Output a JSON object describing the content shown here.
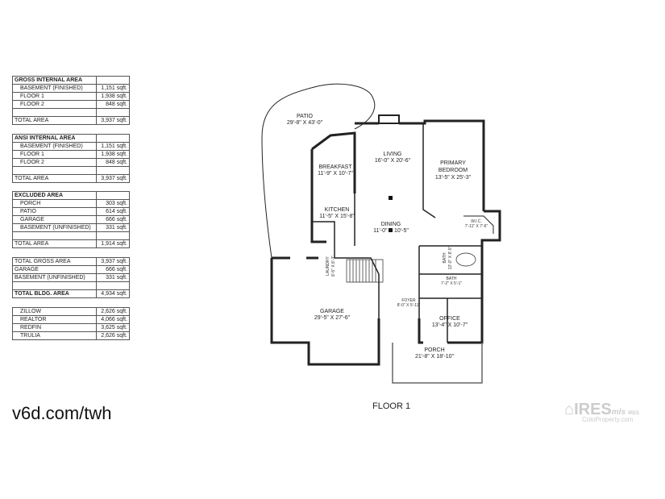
{
  "tables": [
    {
      "header": "GROSS INTERNAL AREA",
      "rows": [
        {
          "label": "BASEMENT (FINISHED)",
          "value": "1,151 sqft."
        },
        {
          "label": "FLOOR 1",
          "value": "1,938 sqft."
        },
        {
          "label": "FLOOR 2",
          "value": "848 sqft."
        }
      ],
      "total_label": "TOTAL AREA",
      "total_value": "3,937 sqft."
    },
    {
      "header": "ANSI INTERNAL AREA",
      "rows": [
        {
          "label": "BASEMENT (FINISHED)",
          "value": "1,151 sqft."
        },
        {
          "label": "FLOOR 1",
          "value": "1,938 sqft."
        },
        {
          "label": "FLOOR 2",
          "value": "848 sqft."
        }
      ],
      "total_label": "TOTAL AREA",
      "total_value": "3,937 sqft."
    },
    {
      "header": "EXCLUDED AREA",
      "rows": [
        {
          "label": "PORCH",
          "value": "303 sqft."
        },
        {
          "label": "PATIO",
          "value": "614 sqft."
        },
        {
          "label": "GARAGE",
          "value": "666 sqft."
        },
        {
          "label": "BASEMENT (UNFINISHED)",
          "value": "331 sqft."
        }
      ],
      "total_label": "TOTAL AREA",
      "total_value": "1,914 sqft."
    },
    {
      "rows": [
        {
          "label": "TOTAL GROSS AREA",
          "value": "3,937 sqft."
        },
        {
          "label": "GARAGE",
          "value": "666 sqft."
        },
        {
          "label": "BASEMENT (UNFINISHED)",
          "value": "331 sqft."
        }
      ],
      "total_label": "TOTAL BLDG. AREA",
      "total_value": "4,934 sqft."
    },
    {
      "rows": [
        {
          "label": "ZILLOW",
          "value": "2,626 sqft."
        },
        {
          "label": "REALTOR",
          "value": "4,066 sqft."
        },
        {
          "label": "REDFIN",
          "value": "3,625 sqft."
        },
        {
          "label": "TRULIA",
          "value": "2,626 sqft."
        }
      ]
    }
  ],
  "url": "v6d.com/twh",
  "floor_label": "FLOOR 1",
  "rooms": {
    "patio": {
      "name": "PATIO",
      "dim": "29'-8\" X 43'-0\""
    },
    "living": {
      "name": "LIVING",
      "dim": "16'-0\" X 20'-6\""
    },
    "primary": {
      "name": "PRIMARY",
      "name2": "BEDROOM",
      "dim": "13'-5\" X 25'-3\""
    },
    "breakfast": {
      "name": "BREAKFAST",
      "dim": "11'-9\" X 10'-7\""
    },
    "kitchen": {
      "name": "KITCHEN",
      "dim": "11'-5\" X 15'-8\""
    },
    "dining": {
      "name": "DINING",
      "dim": "11'-0\" X 10'-5\""
    },
    "wic": {
      "name": "W.I.C.",
      "dim": "7'-11\" X 7'-6\""
    },
    "bath1": {
      "name": "BATH",
      "dim": "13'-0\" X 8'-5\""
    },
    "laundry": {
      "name": "LAUNDRY",
      "dim": "8'-5\" X 8'-3\""
    },
    "bath2": {
      "name": "BATH",
      "dim": "7'-2\" X 5'-1\""
    },
    "foyer": {
      "name": "FOYER",
      "dim": "8'-0\" X 5'-11\""
    },
    "office": {
      "name": "OFFICE",
      "dim": "13'-4\" X 10'-7\""
    },
    "garage": {
      "name": "GARAGE",
      "dim": "29'-5\" X 27'-6\""
    },
    "porch": {
      "name": "PORCH",
      "dim": "21'-8\" X 18'-10\""
    }
  },
  "logo": {
    "text": "IRES",
    "sub": "ColoProperty.com",
    "side": "IRES",
    "tag": "mls"
  }
}
